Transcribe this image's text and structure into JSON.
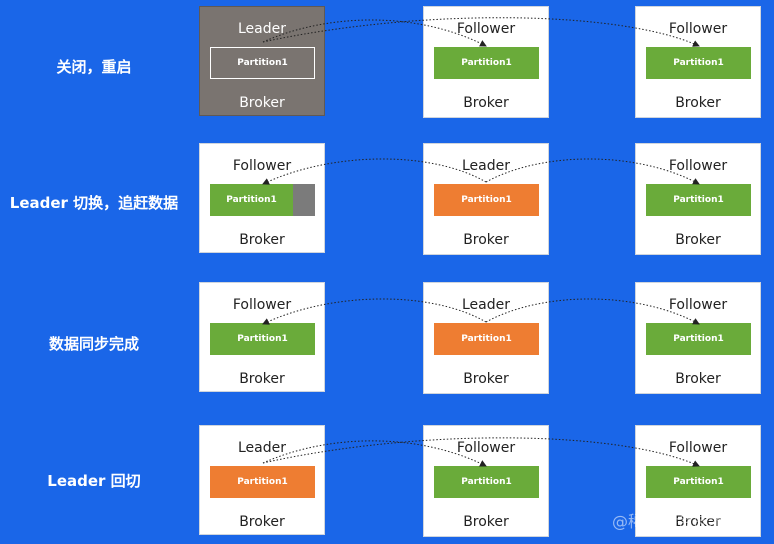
{
  "stages": [
    {
      "label": "关闭，重启",
      "brokers": [
        {
          "role": "Leader",
          "partition": "Partition1",
          "broker": "Broker",
          "state": "closed",
          "color": "#7a7470"
        },
        {
          "role": "Follower",
          "partition": "Partition1",
          "broker": "Broker",
          "state": "follower",
          "color": "#6aab3a"
        },
        {
          "role": "Follower",
          "partition": "Partition1",
          "broker": "Broker",
          "state": "follower",
          "color": "#6aab3a"
        }
      ]
    },
    {
      "label": "Leader 切换，追赶数据",
      "brokers": [
        {
          "role": "Follower",
          "partition": "Partition1",
          "broker": "Broker",
          "state": "catching-up",
          "color": "#6aab3a"
        },
        {
          "role": "Leader",
          "partition": "Partition1",
          "broker": "Broker",
          "state": "leader",
          "color": "#ee7d32"
        },
        {
          "role": "Follower",
          "partition": "Partition1",
          "broker": "Broker",
          "state": "follower",
          "color": "#6aab3a"
        }
      ]
    },
    {
      "label": "数据同步完成",
      "brokers": [
        {
          "role": "Follower",
          "partition": "Partition1",
          "broker": "Broker",
          "state": "follower",
          "color": "#6aab3a"
        },
        {
          "role": "Leader",
          "partition": "Partition1",
          "broker": "Broker",
          "state": "leader",
          "color": "#ee7d32"
        },
        {
          "role": "Follower",
          "partition": "Partition1",
          "broker": "Broker",
          "state": "follower",
          "color": "#6aab3a"
        }
      ]
    },
    {
      "label": "Leader 回切",
      "brokers": [
        {
          "role": "Leader",
          "partition": "Partition1",
          "broker": "Broker",
          "state": "leader",
          "color": "#ee7d32"
        },
        {
          "role": "Follower",
          "partition": "Partition1",
          "broker": "Broker",
          "state": "follower",
          "color": "#6aab3a"
        },
        {
          "role": "Follower",
          "partition": "Partition1",
          "broker": "Broker",
          "state": "follower",
          "color": "#6aab3a"
        }
      ]
    }
  ],
  "watermark": "@稀土掘金技术社区",
  "colors": {
    "background": "#1a66e8",
    "leader": "#ee7d32",
    "follower": "#6aab3a",
    "closed": "#7a7470"
  }
}
